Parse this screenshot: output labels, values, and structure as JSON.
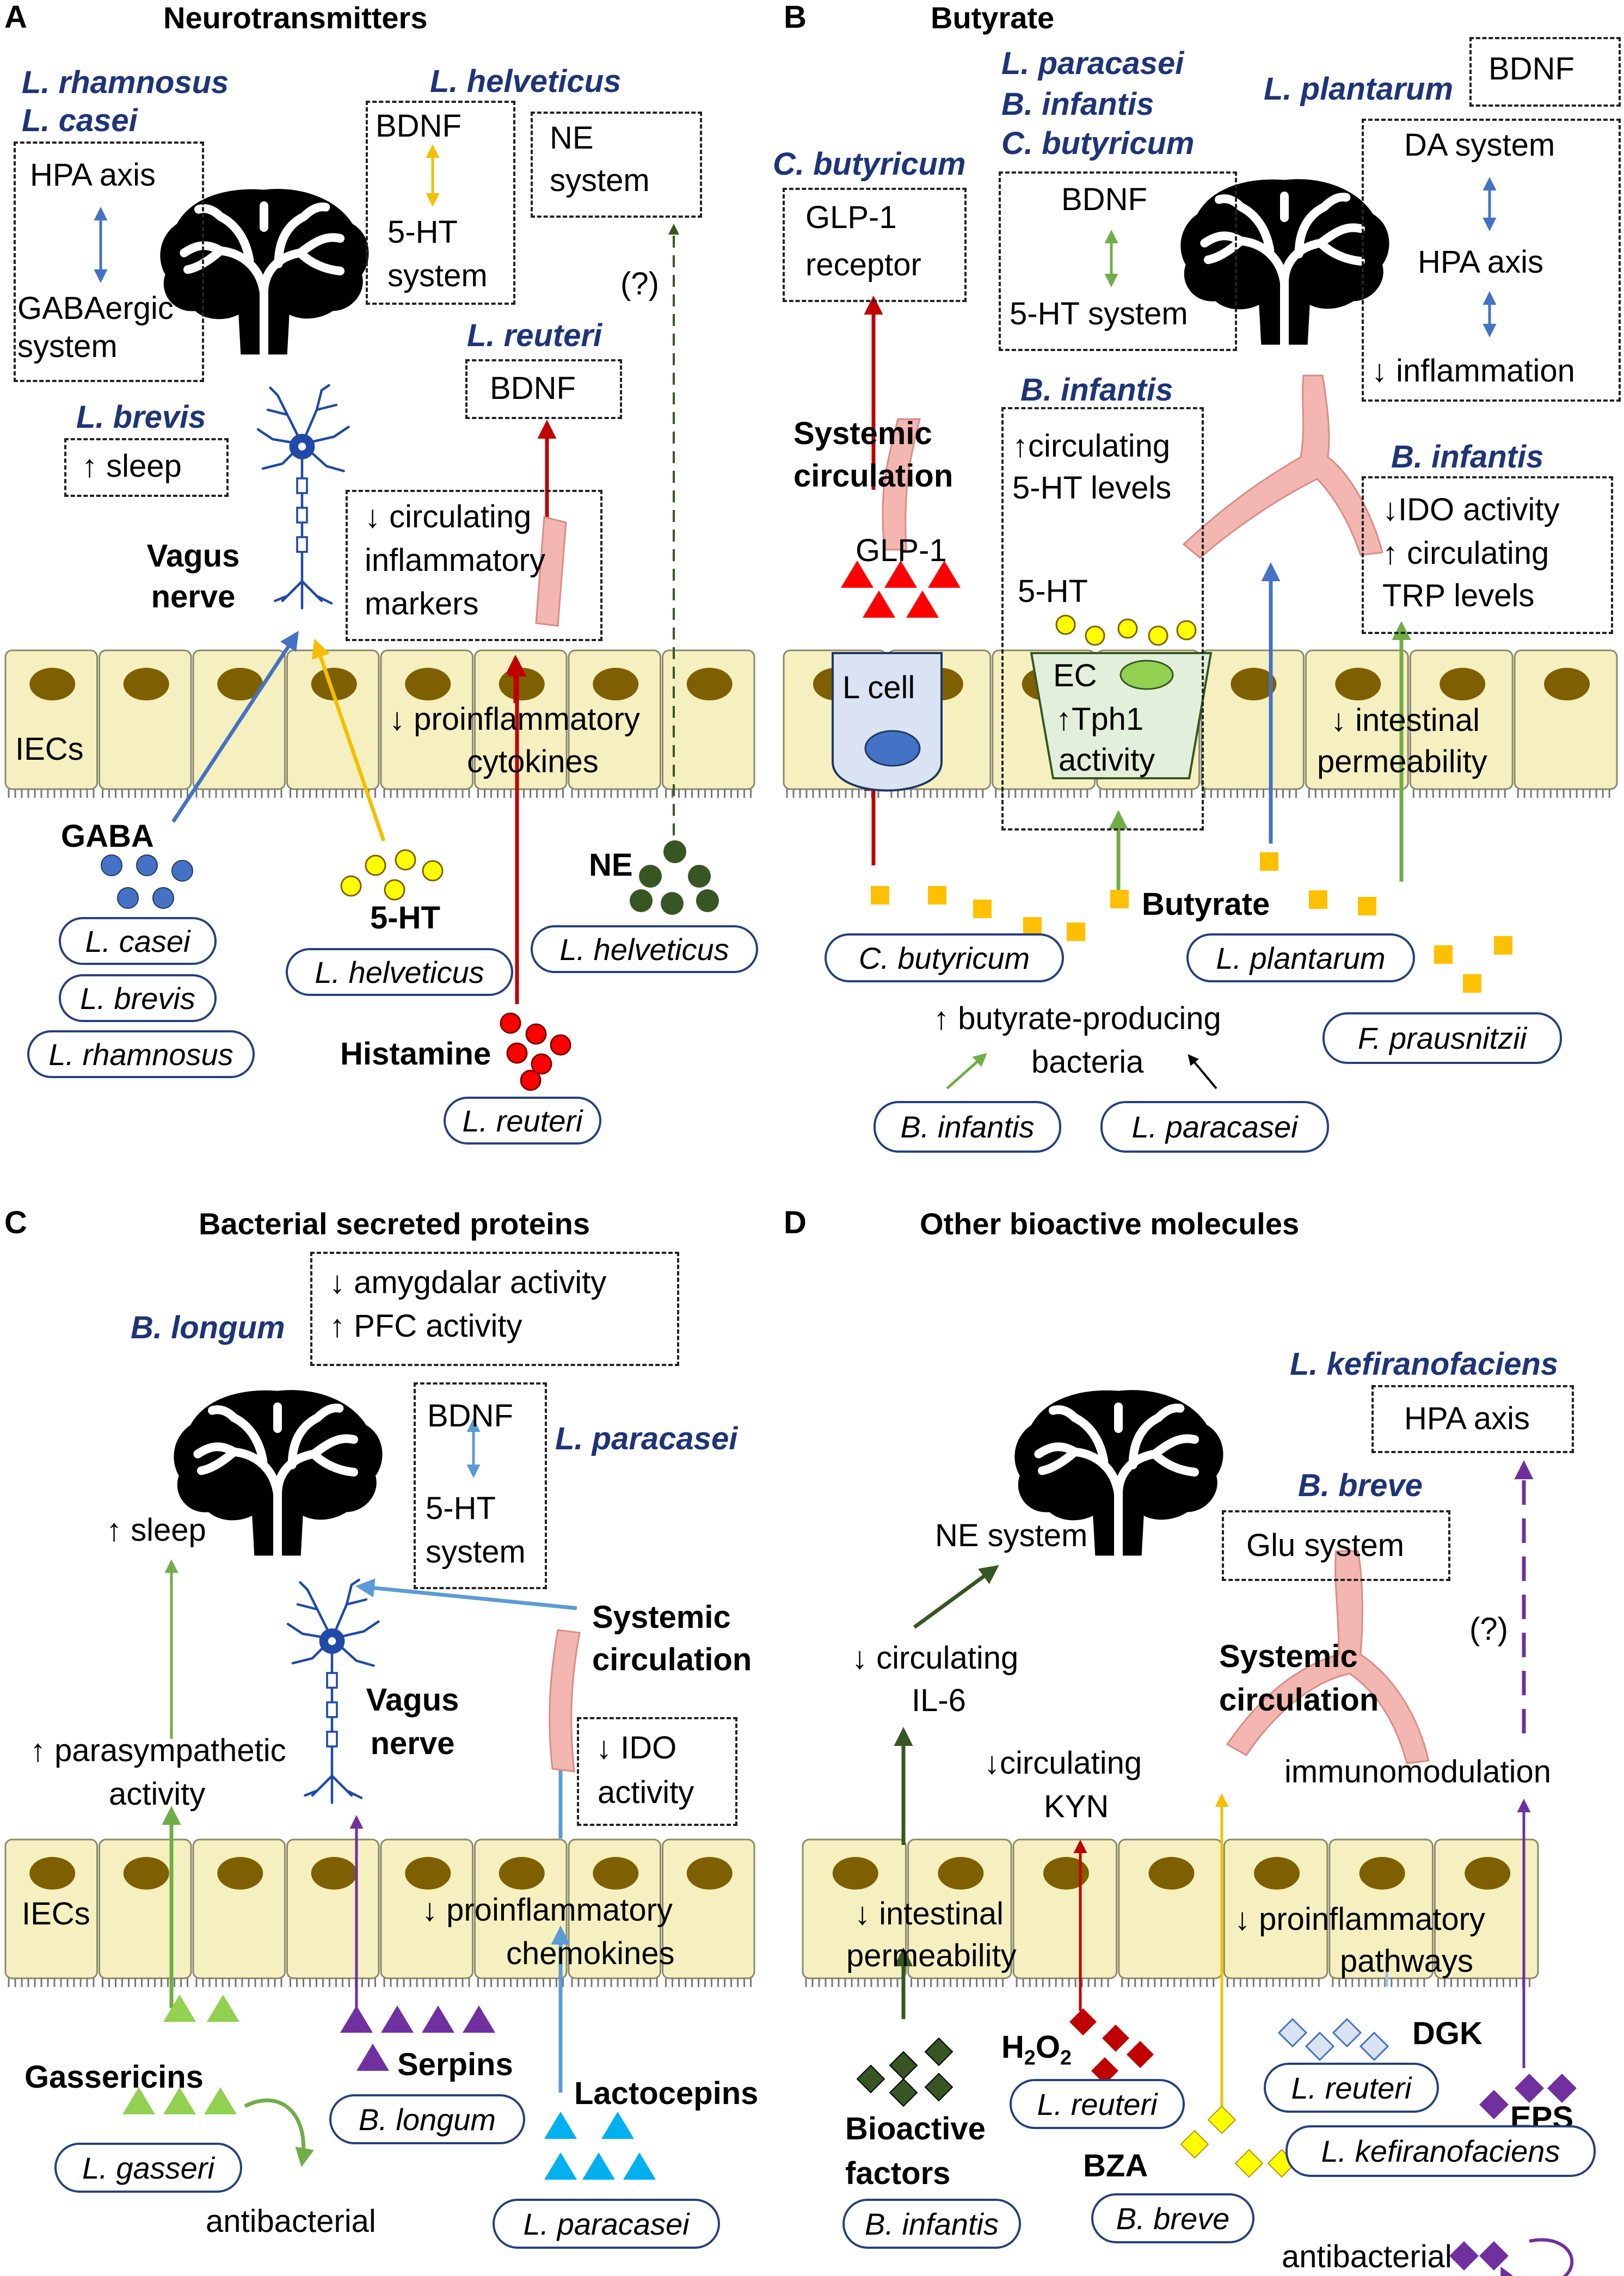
{
  "panelA": {
    "letter": "A",
    "title": "Neurotransmitters",
    "microbes": {
      "rhamnosus": "L. rhamnosus",
      "casei": "L. casei",
      "helveticus": "L. helveticus",
      "brevis": "L. brevis",
      "reuteri": "L. reuteri"
    },
    "box_hpa": "HPA axis",
    "box_gaba_1": "GABAergic",
    "box_gaba_2": "system",
    "box_bdnf": "BDNF",
    "box_5ht_1": "5-HT",
    "box_5ht_2": "system",
    "box_ne_1": "NE",
    "box_ne_2": "system",
    "question": "(?)",
    "box_bdnf2": "BDNF",
    "box_sleep": "↑ sleep",
    "vagus_1": "Vagus",
    "vagus_2": "nerve",
    "box_markers_1": "↓ circulating",
    "box_markers_2": "inflammatory",
    "box_markers_3": "markers",
    "iecs": "IECs",
    "cytokines_1": "↓ proinflammatory",
    "cytokines_2": "cytokines",
    "gaba": "GABA",
    "ht": "5-HT",
    "ne": "NE",
    "histamine": "Histamine",
    "pill_casei": "L. casei",
    "pill_brevis": "L. brevis",
    "pill_rhamnosus": "L. rhamnosus",
    "pill_helveticus1": "L. helveticus",
    "pill_helveticus2": "L. helveticus",
    "pill_reuteri": "L. reuteri"
  },
  "panelB": {
    "letter": "B",
    "title": "Butyrate",
    "microbes": {
      "paracasei": "L. paracasei",
      "infantis": "B. infantis",
      "butyricum": "C. butyricum",
      "plantarum": "L. plantarum",
      "butyricum2": "C. butyricum",
      "infantis2": "B. infantis",
      "infantis3": "B. infantis"
    },
    "box_bdnf_top": "BDNF",
    "box_da": "DA system",
    "box_hpa": "HPA axis",
    "box_infl": "↓ inflammation",
    "box_glp_1": "GLP-1",
    "box_glp_2": "receptor",
    "box_bdnf": "BDNF",
    "box_5ht": "5-HT system",
    "systemic_1": "Systemic",
    "systemic_2": "circulation",
    "box_ht_1": "↑circulating",
    "box_ht_2": "5-HT levels",
    "box_ido_1": "↓IDO activity",
    "box_ido_2": "↑ circulating",
    "box_ido_3": "TRP levels",
    "glp1": "GLP-1",
    "ht": "5-HT",
    "lcell": "L cell",
    "ec": "EC",
    "tph_1": "↑Tph1",
    "tph_2": "activity",
    "perm_1": "↓ intestinal",
    "perm_2": "permeability",
    "butyrate": "Butyrate",
    "pill_butyricum": "C. butyricum",
    "pill_plantarum": "L. plantarum",
    "pill_infantis": "B. infantis",
    "pill_paracasei": "L. paracasei",
    "pill_prausnitzii": "F. prausnitzii",
    "producing_1": "↑ butyrate-producing",
    "producing_2": "bacteria"
  },
  "panelC": {
    "letter": "C",
    "title": "Bacterial secreted proteins",
    "box_amyg": "↓ amygdalar activity",
    "box_pfc": "↑ PFC activity",
    "microbes": {
      "longum": "B. longum",
      "paracasei": "L. paracasei"
    },
    "box_bdnf": "BDNF",
    "box_5ht_1": "5-HT",
    "box_5ht_2": "system",
    "sleep": "↑ sleep",
    "systemic_1": "Systemic",
    "systemic_2": "circulation",
    "vagus_1": "Vagus",
    "vagus_2": "nerve",
    "para_1": "↑ parasympathetic",
    "para_2": "activity",
    "box_ido_1": "↓ IDO",
    "box_ido_2": "activity",
    "iecs": "IECs",
    "chem_1": "↓ proinflammatory",
    "chem_2": "chemokines",
    "gassericins": "Gassericins",
    "serpins": "Serpins",
    "lactocepins": "Lactocepins",
    "pill_gasseri": "L. gasseri",
    "pill_longum": "B. longum",
    "pill_paracasei": "L. paracasei",
    "antibacterial": "antibacterial"
  },
  "panelD": {
    "letter": "D",
    "title": "Other bioactive molecules",
    "microbes": {
      "kefir": "L. kefiranofaciens",
      "breve": "B. breve"
    },
    "box_hpa": "HPA axis",
    "ne_system": "NE system",
    "box_glu": "Glu system",
    "question": "(?)",
    "il6_1": "↓ circulating",
    "il6_2": "IL-6",
    "systemic_1": "Systemic",
    "systemic_2": "circulation",
    "kyn_1": "↓circulating",
    "kyn_2": "KYN",
    "immuno": "immunomodulation",
    "perm_1": "↓ intestinal",
    "perm_2": "permeability",
    "path_1": "↓ proinflammatory",
    "path_2": "pathways",
    "h2o2": "H",
    "h2o2_sub": "2",
    "h2o2_o": "O",
    "h2o2_sub2": "2",
    "dgk": "DGK",
    "eps": "EPS",
    "bioactive_1": "Bioactive",
    "bioactive_2": "factors",
    "bza": "BZA",
    "pill_reuteri": "L. reuteri",
    "pill_reuteri2": "L. reuteri",
    "pill_infantis": "B. infantis",
    "pill_breve": "B. breve",
    "pill_kefir": "L. kefiranofaciens",
    "antibacterial": "antibacterial"
  },
  "colors": {
    "blue_arrow": "#4472c4",
    "yellow_arrow": "#f5bf00",
    "red_arrow": "#c00000",
    "dark_green": "#375623",
    "green_arrow": "#70ad47",
    "purple": "#7030a0",
    "light_blue": "#5b9bd5",
    "vessel": "#f4b6b1",
    "iec": "#f6f0c0",
    "nucleus": "#7f6000"
  }
}
